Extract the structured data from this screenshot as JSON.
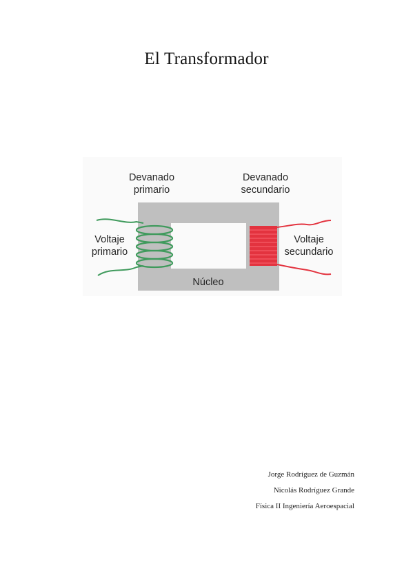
{
  "title": "El Transformador",
  "diagram": {
    "label_primary_winding_l1": "Devanado",
    "label_primary_winding_l2": "primario",
    "label_secondary_winding_l1": "Devanado",
    "label_secondary_winding_l2": "secundario",
    "label_primary_voltage_l1": "Voltaje",
    "label_primary_voltage_l2": "primario",
    "label_secondary_voltage_l1": "Voltaje",
    "label_secondary_voltage_l2": "secundario",
    "label_core": "Núcleo",
    "colors": {
      "core": "#bfbfbf",
      "primary_wire": "#3f9a5c",
      "secondary_wire": "#e3333f",
      "background": "#fafafa"
    }
  },
  "authors": {
    "author1": "Jorge Rodríguez de Guzmán",
    "author2": "Nicolás Rodríguez Grande",
    "course": "Física II Ingeniería Aeroespacial"
  }
}
